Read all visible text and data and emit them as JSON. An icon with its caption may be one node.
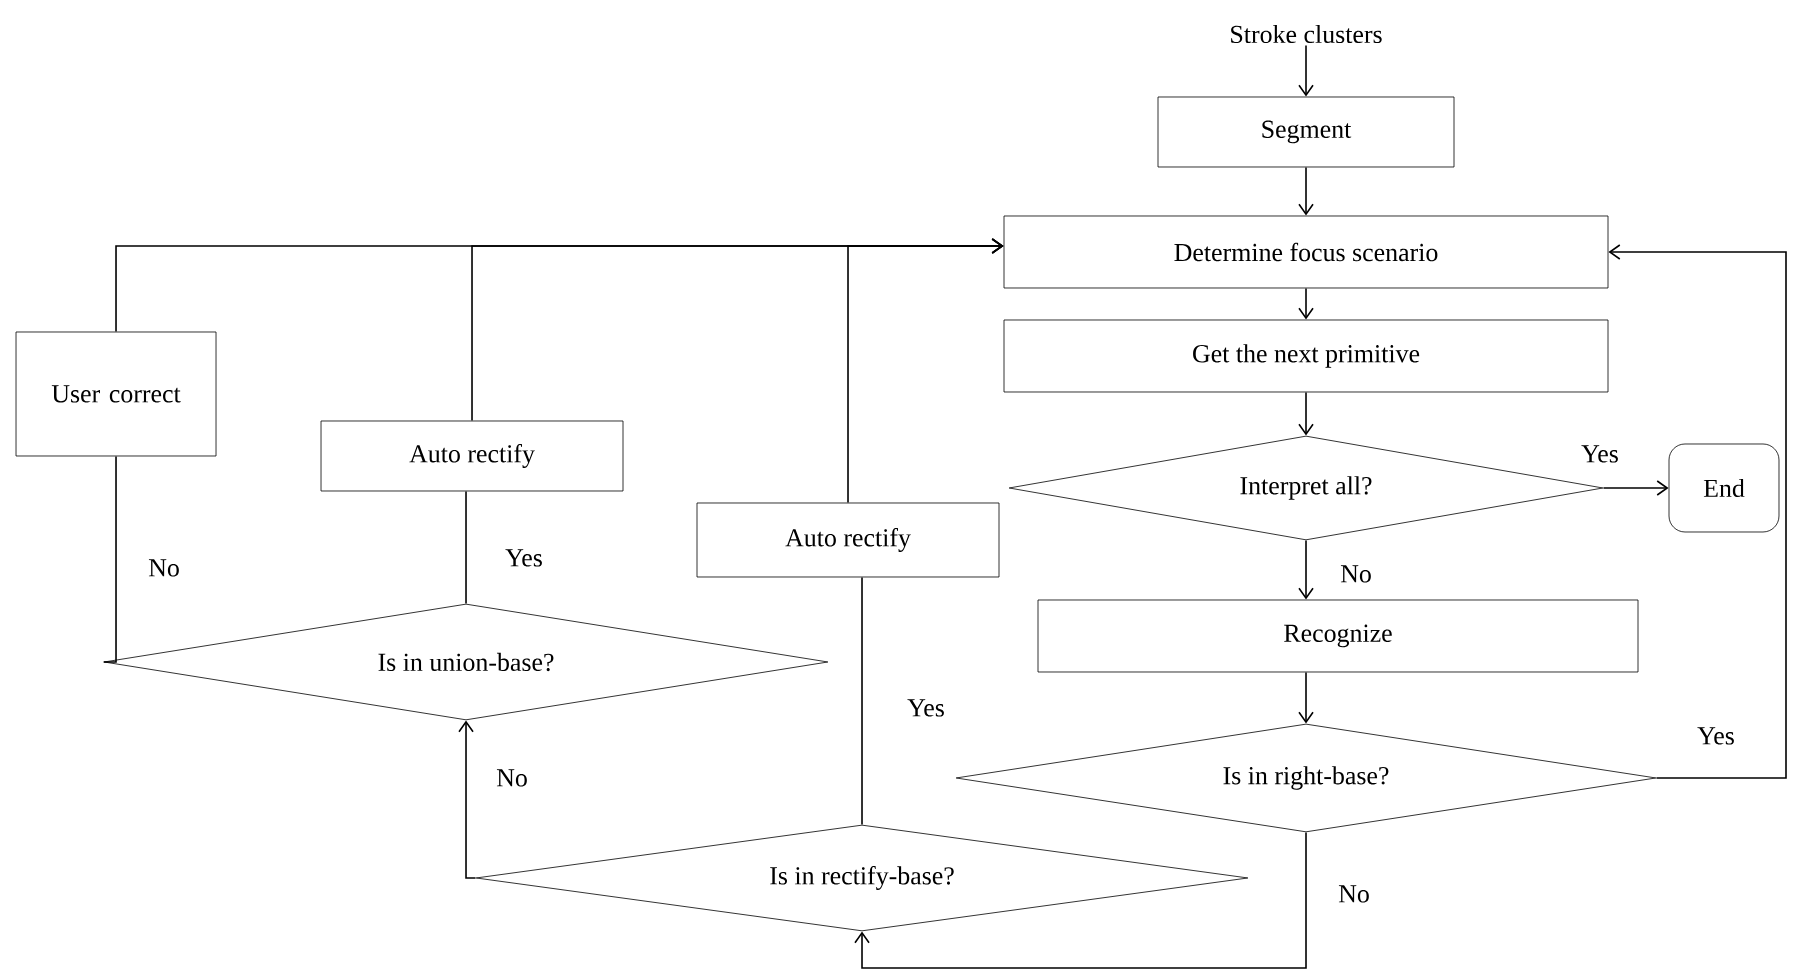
{
  "diagram": {
    "nodes": [
      {
        "text": [
          "Stroke clusters"
        ]
      },
      {
        "text": [
          "Segment"
        ]
      },
      {
        "text": [
          "Determine focus scenario"
        ]
      },
      {
        "text": [
          "Get the next primitive"
        ]
      },
      {
        "text": [
          "Interpret all?"
        ]
      },
      {
        "text": [
          "End"
        ]
      },
      {
        "text": [
          "Recognize"
        ]
      },
      {
        "text": [
          "Is in right-base?"
        ]
      },
      {
        "text": [
          "User correct"
        ]
      },
      {
        "text": [
          "Auto rectify"
        ]
      },
      {
        "text": [
          "Auto rectify"
        ]
      },
      {
        "text": [
          "Is in union-base?"
        ]
      },
      {
        "text": [
          "Is in rectify-base?"
        ]
      }
    ],
    "edges": [
      {
        "from": 0,
        "to": 1,
        "arrow": "to"
      },
      {
        "from": 1,
        "to": 2,
        "arrow": "to"
      },
      {
        "from": 2,
        "to": 3,
        "arrow": "to"
      },
      {
        "from": 3,
        "to": 4,
        "arrow": "to"
      },
      {
        "from": 4,
        "to": 5,
        "arrow": "to",
        "label": "Yes"
      },
      {
        "from": 4,
        "to": 6,
        "arrow": "to",
        "label": "No"
      },
      {
        "from": 6,
        "to": 7,
        "arrow": "to"
      },
      {
        "from": 7,
        "to": 2,
        "arrow": "to",
        "label": "Yes"
      },
      {
        "from": 7,
        "to": 12,
        "arrow": "to",
        "label": "No"
      },
      {
        "from": 12,
        "to": 10,
        "arrow": "none",
        "label": "Yes"
      },
      {
        "from": 12,
        "to": 11,
        "arrow": "to",
        "label": "No"
      },
      {
        "from": 11,
        "to": 8,
        "arrow": "none",
        "label": "No"
      },
      {
        "from": 11,
        "to": 9,
        "arrow": "none",
        "label": "Yes"
      },
      {
        "from": 8,
        "to": 2,
        "arrow": "to"
      },
      {
        "from": 9,
        "to": 2,
        "arrow": "to"
      },
      {
        "from": 10,
        "to": 2,
        "arrow": "to"
      }
    ]
  }
}
